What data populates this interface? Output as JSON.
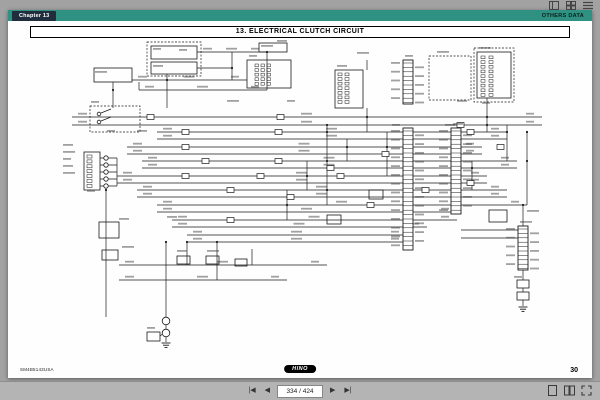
{
  "header": {
    "chapter_badge": "Chapter 13",
    "section_label": "OTHERS DATA"
  },
  "title": "13. ELECTRICAL CLUTCH CIRCUIT",
  "footer": {
    "doc_code": "SM4B5143USA",
    "logo_text": "HINO",
    "page_number": "30"
  },
  "toolbar": {
    "page_field": "334 / 424",
    "first_icon": "|◀",
    "prev_icon": "◀",
    "next_icon": "▶",
    "last_icon": "▶|"
  },
  "colors": {
    "header_teal": "#2e9181",
    "badge_bg": "#1f2d3d",
    "viewer_bg": "#a2a2a2",
    "page_bg": "#fefefe",
    "line_color": "#1a1a1a"
  }
}
